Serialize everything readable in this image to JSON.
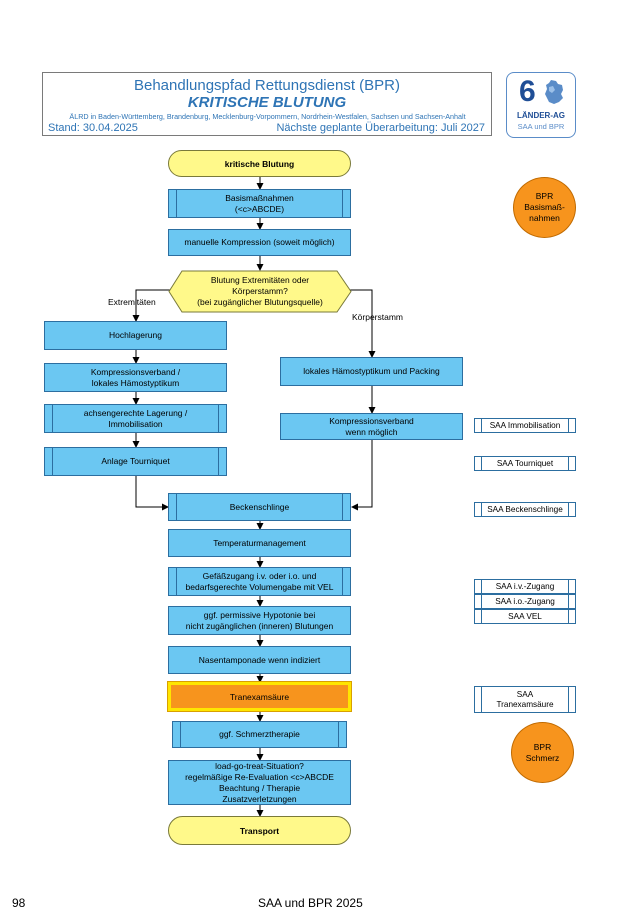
{
  "header": {
    "title": "Behandlungspfad Rettungsdienst (BPR)",
    "subtitle": "KRITISCHE BLUTUNG",
    "authors": "ÄLRD in Baden-Württemberg, Brandenburg, Mecklenburg-Vorpommern, Nordrhein-Westfalen, Sachsen und Sachsen-Anhalt",
    "stand": "Stand: 30.04.2025",
    "next_revision": "Nächste geplante Überarbeitung: Juli 2027"
  },
  "logo": {
    "number": "6",
    "line1": "LÄNDER-AG",
    "line2": "SAA und BPR"
  },
  "flow": {
    "start": "kritische Blutung",
    "basis": "Basismaßnahmen\n(<c>ABCDE)",
    "kompression": "manuelle Kompression (soweit möglich)",
    "decision": "Blutung Extremitäten oder\nKörperstamm?\n(bei zugänglicher Blutungsquelle)",
    "branch_left": "Extremitäten",
    "branch_right": "Körperstamm",
    "hochlagerung": "Hochlagerung",
    "kompressionsverband_left": "Kompressionsverband /\nlokales Hämostyptikum",
    "lagerung": "achsengerechte Lagerung /\nImmobilisation",
    "tourniquet": "Anlage Tourniquet",
    "haemostyptikum_right": "lokales Hämostyptikum und Packing",
    "kompressionsverband_right": "Kompressionsverband\nwenn möglich",
    "beckenschlinge": "Beckenschlinge",
    "temperatur": "Temperaturmanagement",
    "gefaesszugang": "Gefäßzugang i.v. oder i.o. und\nbedarfsgerechte Volumengabe mit VEL",
    "hypotonie": "ggf. permissive Hypotonie bei\nnicht zugänglichen (inneren) Blutungen",
    "nasentamponade": "Nasentamponade wenn indiziert",
    "tranexamsaeure": "Tranexamsäure",
    "schmerztherapie": "ggf. Schmerztherapie",
    "reevaluation": "load-go-treat-Situation?\nregelmäßige Re-Evaluation <c>ABCDE\nBeachtung / Therapie Zusatzverletzungen",
    "end": "Transport"
  },
  "saa": {
    "immobilisation": "SAA Immobilisation",
    "tourniquet": "SAA Tourniquet",
    "beckenschlinge": "SAA Beckenschlinge",
    "iv": "SAA i.v.-Zugang",
    "io": "SAA i.o.-Zugang",
    "vel": "SAA VEL",
    "tranexamsaeure": "SAA\nTranexamsäure"
  },
  "bpr": {
    "basis": "BPR\nBasismaß-\nnahmen",
    "schmerz": "BPR\nSchmerz"
  },
  "footer": {
    "page_number": "98",
    "publication": "SAA und BPR 2025"
  },
  "colors": {
    "process_box": "#6bc7f2",
    "terminal": "#fff98a",
    "highlight": "#f7941d",
    "highlight_border": "#ffe600",
    "header_text": "#2e74b5"
  }
}
